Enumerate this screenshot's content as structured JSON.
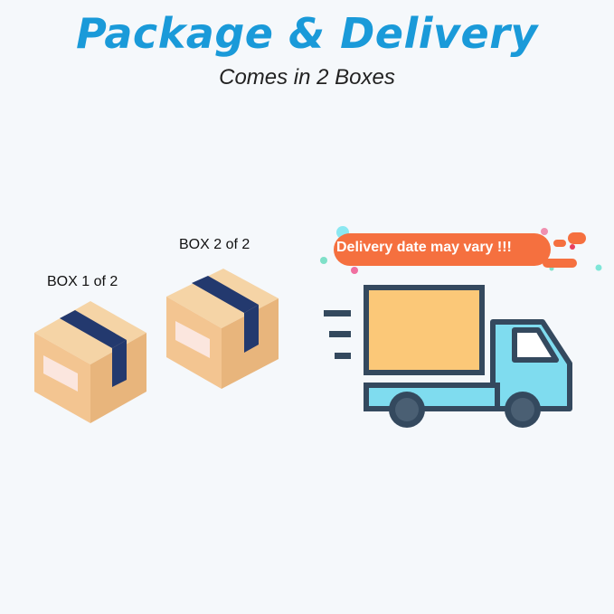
{
  "header": {
    "title": "Package & Delivery",
    "subtitle": "Comes in 2 Boxes"
  },
  "boxes": [
    {
      "label": "BOX 1 of 2"
    },
    {
      "label": "BOX 2 of 2"
    }
  ],
  "banner": {
    "text": "Delivery date may vary !!!"
  },
  "colors": {
    "title": "#1a9ad9",
    "box_top": "#f5d4a6",
    "box_left": "#f3c591",
    "box_right": "#e8b57c",
    "tape": "#23396e",
    "banner": "#f5703f",
    "truck_cargo": "#fbc878",
    "truck_body": "#7fdcef",
    "truck_outline": "#34495e"
  }
}
